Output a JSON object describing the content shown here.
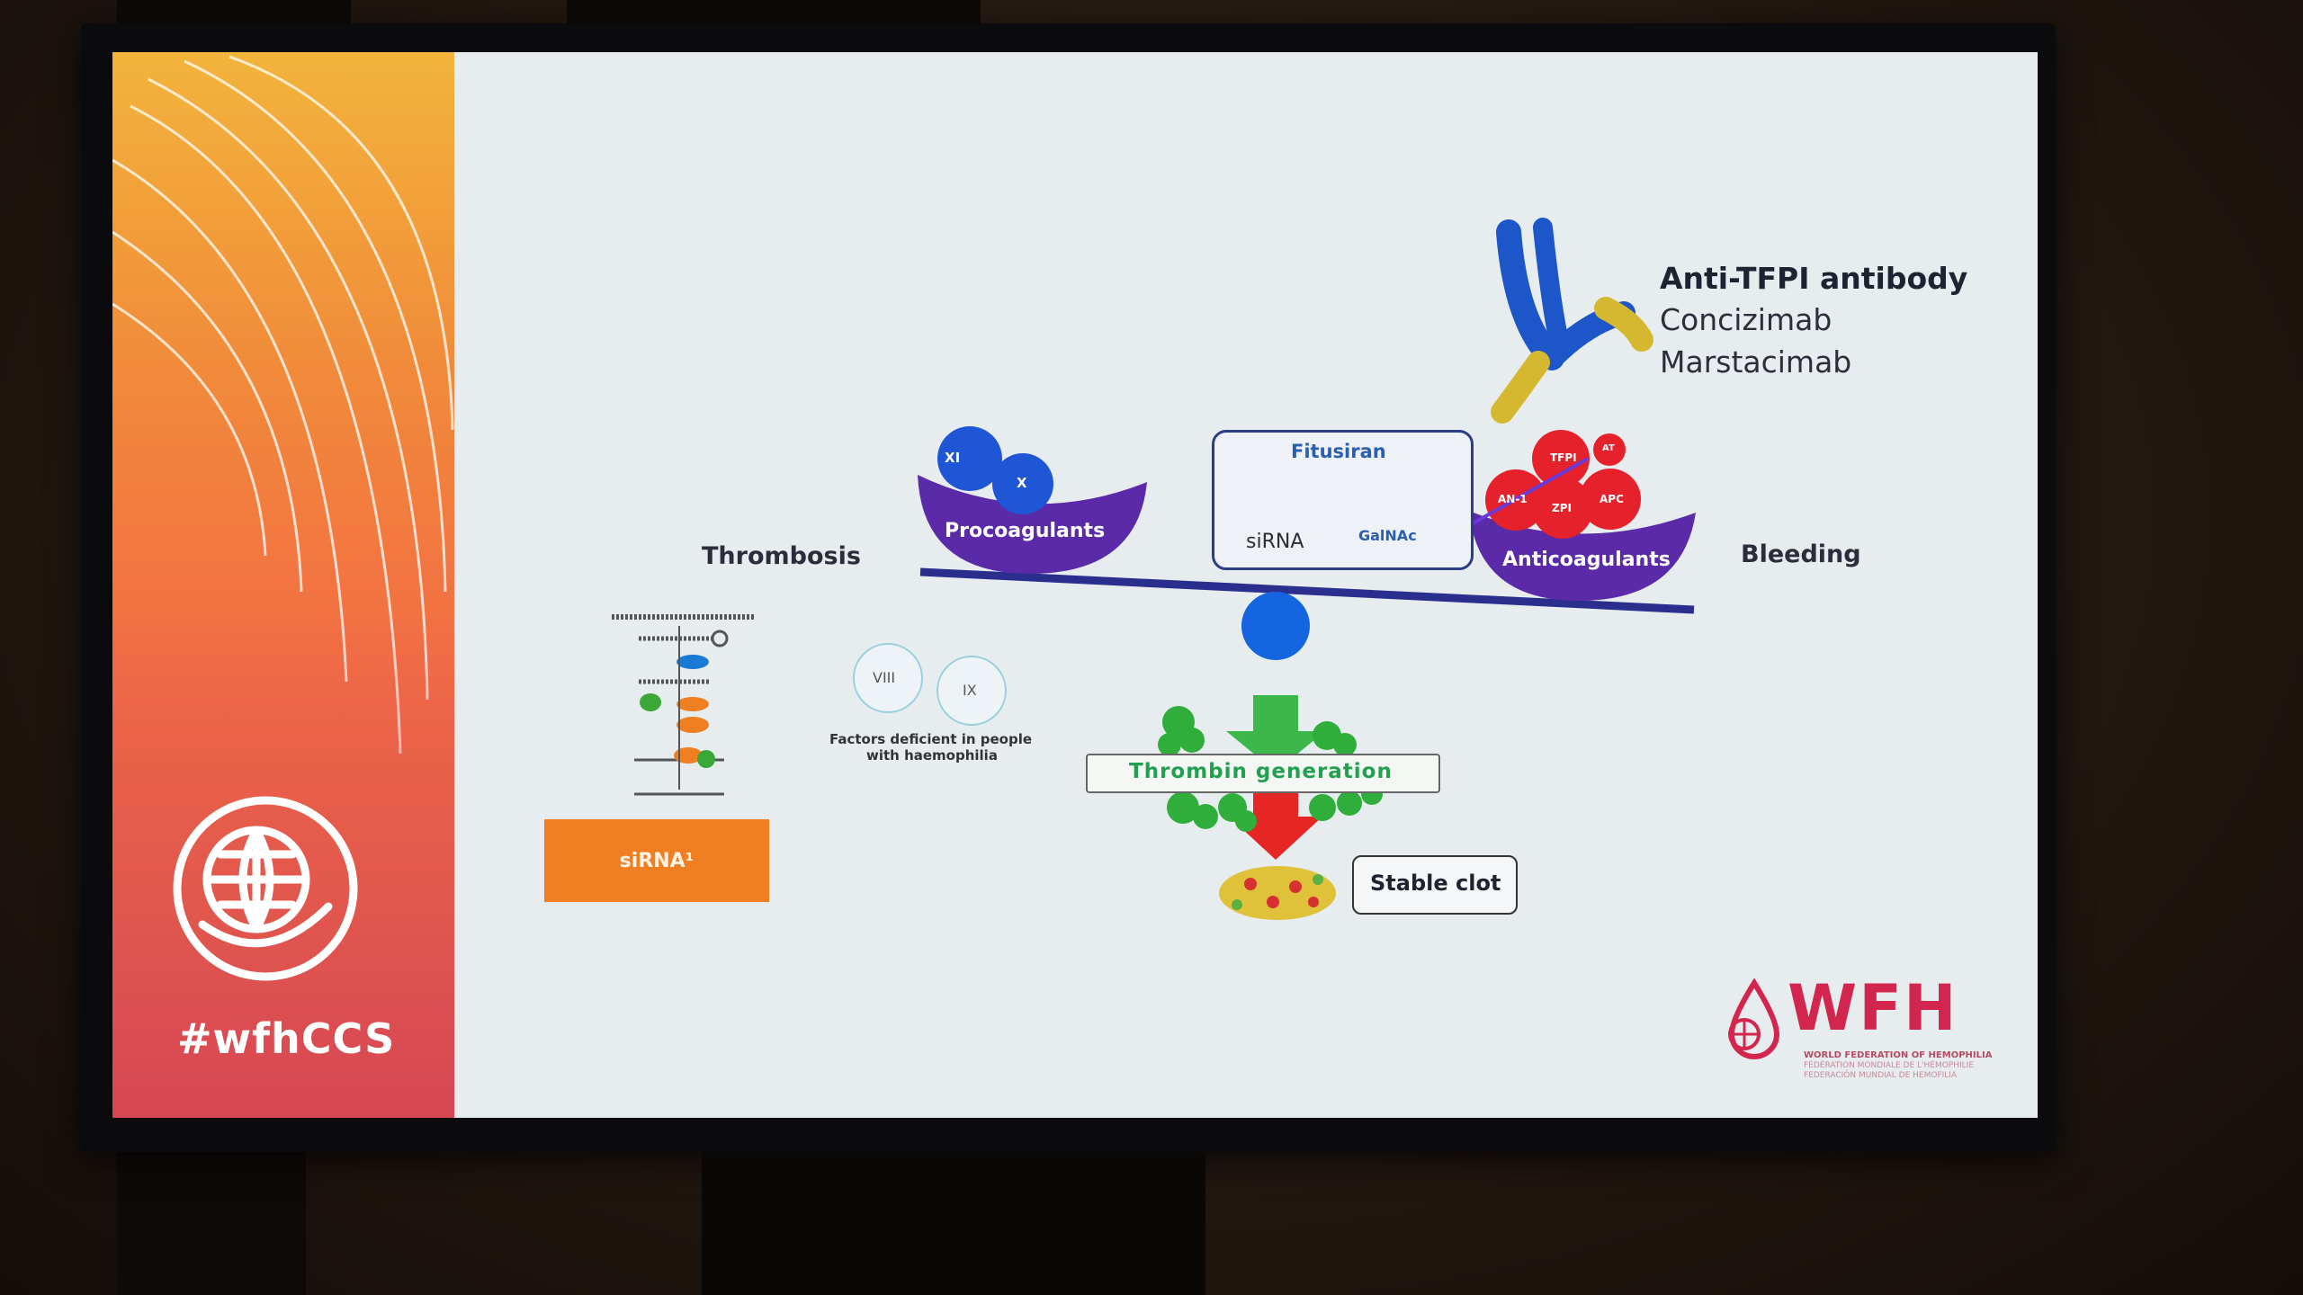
{
  "banner": {
    "hashtag": "#wfhCCS"
  },
  "slide": {
    "antibody": {
      "title": "Anti-TFPI antibody",
      "drugs": [
        "Concizimab",
        "Marstacimab"
      ]
    },
    "balance": {
      "left_label": "Thrombosis",
      "right_label": "Bleeding",
      "left_bowl": "Procoagulants",
      "right_bowl": "Anticoagulants",
      "left_factors": [
        "XI",
        "X"
      ],
      "right_factors": [
        "TFPI",
        "AT",
        "AN-1",
        "ZPI",
        "APC"
      ]
    },
    "fitusiran": {
      "title": "Fitusiran",
      "sirna": "siRNA",
      "galnac": "GalNAc"
    },
    "deficient": {
      "factors": [
        "VIII",
        "IX"
      ],
      "note_line1": "Factors deficient in people",
      "note_line2": "with haemophilia"
    },
    "thrombin": "Thrombin generation",
    "clot": "Stable clot",
    "sirna_button": "siRNA¹"
  },
  "logo": {
    "name": "WFH",
    "line1": "WORLD FEDERATION OF HEMOPHILIA",
    "line2": "FÉDÉRATION MONDIALE DE L'HÉMOPHILIE",
    "line3": "FEDERACIÓN MUNDIAL DE HEMOFILIA"
  },
  "colors": {
    "procoagulant": "#1f56d6",
    "anticoagulant": "#e5212b",
    "bowl": "#5a2aa8",
    "beam": "#2a2f8e",
    "thrombin_text": "#22a050",
    "accent_orange": "#ef7f22",
    "wfh_pink": "#d2264f"
  }
}
